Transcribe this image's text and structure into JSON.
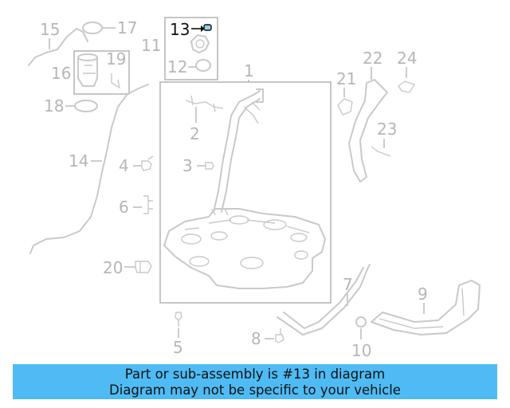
{
  "callouts": {
    "n1": "1",
    "n2": "2",
    "n3": "3",
    "n4": "4",
    "n5": "5",
    "n6": "6",
    "n7": "7",
    "n8": "8",
    "n9": "9",
    "n10": "10",
    "n11": "11",
    "n12": "12",
    "n13": "13",
    "n14": "14",
    "n15": "15",
    "n16": "16",
    "n17": "17",
    "n18": "18",
    "n19": "19",
    "n20": "20",
    "n21": "21",
    "n22": "22",
    "n23": "23",
    "n24": "24"
  },
  "highlighted_part": "13",
  "banner": {
    "line1": "Part or sub-assembly is #13 in diagram",
    "line2": "Diagram may not be specific to your vehicle"
  },
  "colors": {
    "banner": "#4fbbf4",
    "parts": "#c9c9c9",
    "highlight": "#111111"
  }
}
